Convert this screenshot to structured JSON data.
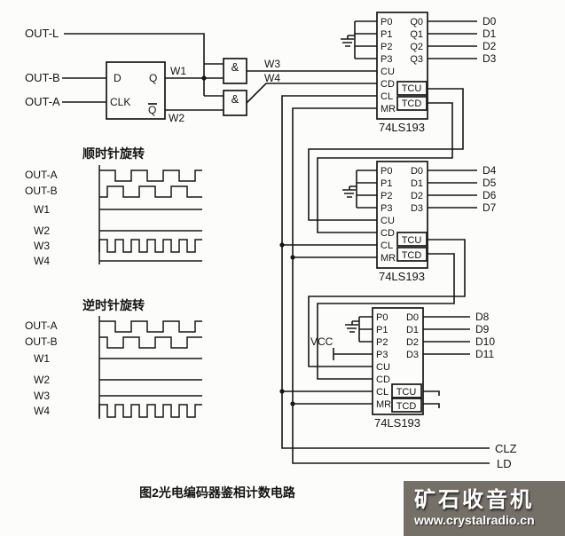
{
  "caption": "图2光电编码器鉴相计数电路",
  "inputs": {
    "out_l": "OUT-L",
    "out_b": "OUT-B",
    "out_a": "OUT-A"
  },
  "flipflop": {
    "d": "D",
    "clk": "CLK",
    "q": "Q",
    "qbar": "Q"
  },
  "and_gate": "&",
  "signals": {
    "w1": "W1",
    "w2": "W2",
    "w3": "W3",
    "w4": "W4"
  },
  "vcc": "VCC",
  "ics": [
    {
      "name": "74LS193",
      "left_pins": [
        "P0",
        "P1",
        "P2",
        "P3",
        "CU",
        "CD",
        "CL",
        "MR"
      ],
      "right_pins": [
        "Q0",
        "Q1",
        "Q2",
        "Q3"
      ],
      "carry_pins": [
        "TCU",
        "TCD"
      ],
      "outputs": [
        "D0",
        "D1",
        "D2",
        "D3"
      ]
    },
    {
      "name": "74LS193",
      "left_pins": [
        "P0",
        "P1",
        "P2",
        "P3",
        "CU",
        "CD",
        "CL",
        "MR"
      ],
      "right_pins": [
        "D0",
        "D1",
        "D2",
        "D3"
      ],
      "carry_pins": [
        "TCU",
        "TCD"
      ],
      "outputs": [
        "D4",
        "D5",
        "D6",
        "D7"
      ]
    },
    {
      "name": "74LS193",
      "left_pins": [
        "P0",
        "P1",
        "P2",
        "P3",
        "CU",
        "CD",
        "CL",
        "MR"
      ],
      "right_pins": [
        "D0",
        "D1",
        "D2",
        "D3"
      ],
      "carry_pins": [
        "TCU",
        "TCD"
      ],
      "outputs": [
        "D8",
        "D9",
        "D10",
        "D11"
      ]
    }
  ],
  "control_lines": {
    "clz": "CLZ",
    "ld": "LD"
  },
  "timing_cw": {
    "title": "顺时针旋转",
    "labels": [
      "OUT-A",
      "OUT-B",
      "W1",
      "W2",
      "W3",
      "W4"
    ]
  },
  "timing_ccw": {
    "title": "逆时针旋转",
    "labels": [
      "OUT-A",
      "OUT-B",
      "W1",
      "W2",
      "W3",
      "W4"
    ]
  },
  "watermark": {
    "title": "矿石收音机",
    "url": "www.crystalradio.cn"
  }
}
